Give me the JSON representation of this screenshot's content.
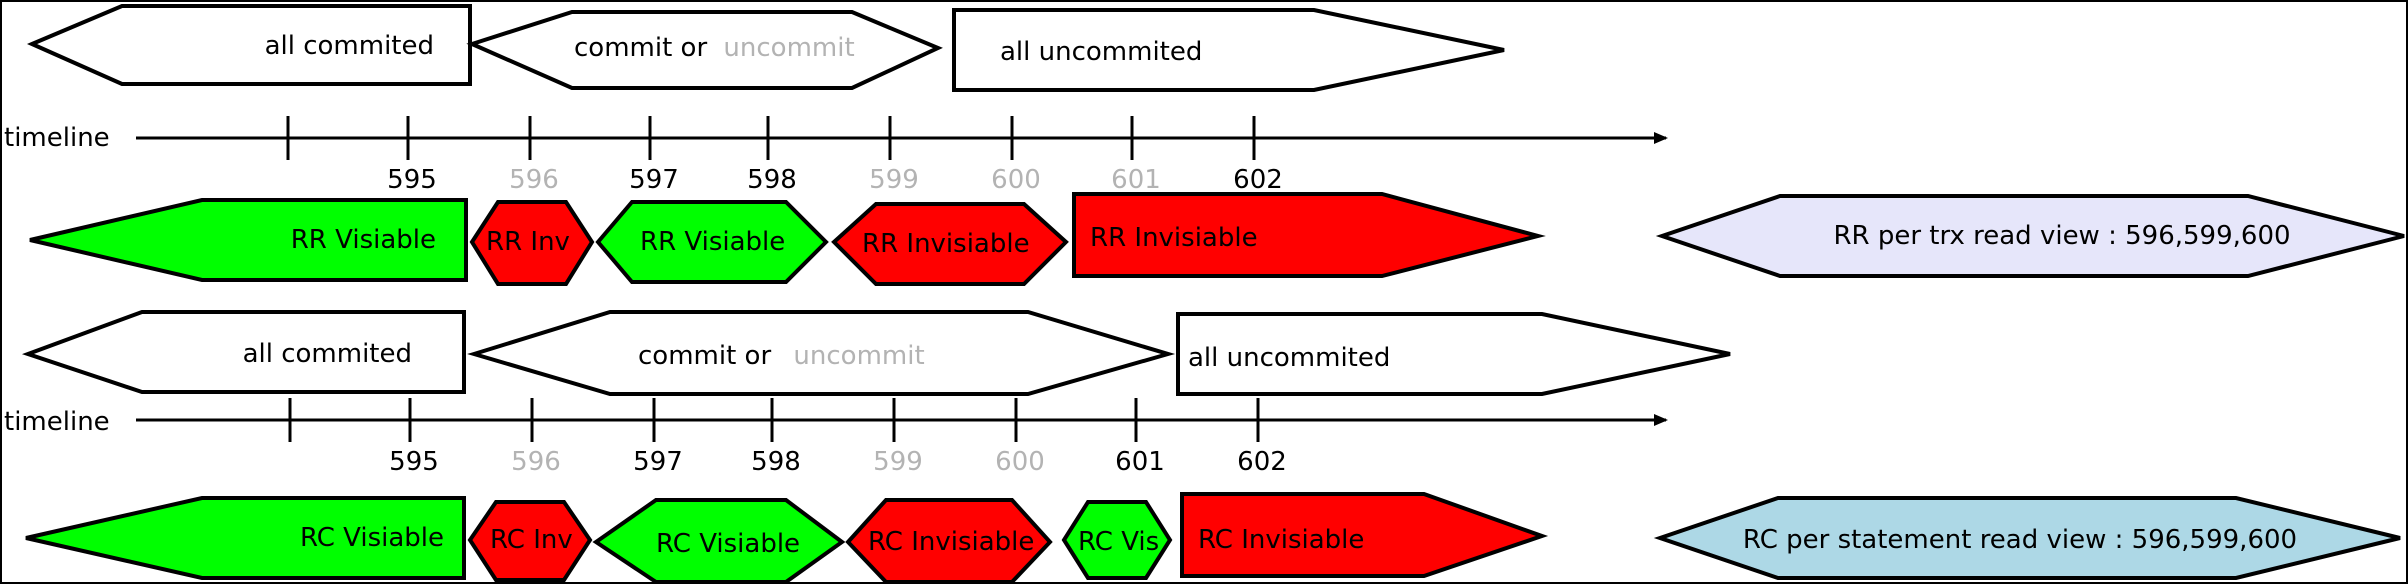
{
  "colors": {
    "visible": "#00ff00",
    "invisible": "#ff0000",
    "white": "#ffffff",
    "rr_view": "#e6e6fa",
    "rc_view": "#add8e6",
    "line": "#000000",
    "muted": "#b3b3b3"
  },
  "labels": {
    "all_commited": "all commited",
    "commit_or": "commit or",
    "uncommit": "uncommit",
    "all_uncommited": "all uncommited",
    "timeline": "timeline"
  },
  "ticks": [
    {
      "label": "",
      "muted": false
    },
    {
      "label": "595",
      "muted": false
    },
    {
      "label": "596",
      "muted": true
    },
    {
      "label": "597",
      "muted": false
    },
    {
      "label": "598",
      "muted": false
    },
    {
      "label": "599",
      "muted": true
    },
    {
      "label": "600",
      "muted": true
    },
    {
      "label": "601",
      "muted": true
    },
    {
      "label": "602",
      "muted": false
    }
  ],
  "ticks_rc": [
    {
      "label": "",
      "muted": false
    },
    {
      "label": "595",
      "muted": false
    },
    {
      "label": "596",
      "muted": true
    },
    {
      "label": "597",
      "muted": false
    },
    {
      "label": "598",
      "muted": false
    },
    {
      "label": "599",
      "muted": true
    },
    {
      "label": "600",
      "muted": true
    },
    {
      "label": "601",
      "muted": false
    },
    {
      "label": "602",
      "muted": false
    }
  ],
  "rr_row": [
    {
      "text": "RR Visiable",
      "status": "visible"
    },
    {
      "text": "RR Inv",
      "status": "invisible"
    },
    {
      "text": "RR Visiable",
      "status": "visible"
    },
    {
      "text": "RR Invisiable",
      "status": "invisible"
    },
    {
      "text": "RR Invisiable",
      "status": "invisible"
    }
  ],
  "rc_row": [
    {
      "text": "RC Visiable",
      "status": "visible"
    },
    {
      "text": "RC Inv",
      "status": "invisible"
    },
    {
      "text": "RC Visiable",
      "status": "visible"
    },
    {
      "text": "RC Invisiable",
      "status": "invisible"
    },
    {
      "text": "RC Vis",
      "status": "visible"
    },
    {
      "text": "RC Invisiable",
      "status": "invisible"
    }
  ],
  "rr_view": "RR per trx read view :  596,599,600",
  "rc_view": "RC per statement read view : 596,599,600"
}
